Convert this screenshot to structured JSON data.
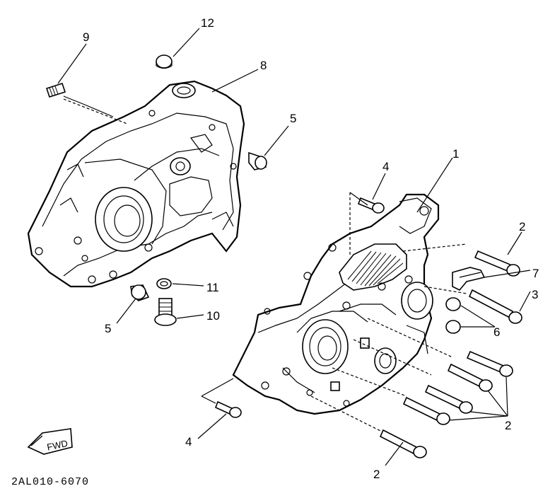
{
  "diagram": {
    "drawing_code": "2AL010-6070",
    "fwd_badge": "FWD",
    "callouts": [
      {
        "id": "c12",
        "text": "12"
      },
      {
        "id": "c9",
        "text": "9"
      },
      {
        "id": "c8",
        "text": "8"
      },
      {
        "id": "c5a",
        "text": "5"
      },
      {
        "id": "c1",
        "text": "1"
      },
      {
        "id": "c4a",
        "text": "4"
      },
      {
        "id": "c2a",
        "text": "2"
      },
      {
        "id": "c7",
        "text": "7"
      },
      {
        "id": "c3",
        "text": "3"
      },
      {
        "id": "c6",
        "text": "6"
      },
      {
        "id": "c11",
        "text": "11"
      },
      {
        "id": "c10",
        "text": "10"
      },
      {
        "id": "c5b",
        "text": "5"
      },
      {
        "id": "c2b",
        "text": "2"
      },
      {
        "id": "c4b",
        "text": "4"
      },
      {
        "id": "c2c",
        "text": "2"
      }
    ]
  }
}
